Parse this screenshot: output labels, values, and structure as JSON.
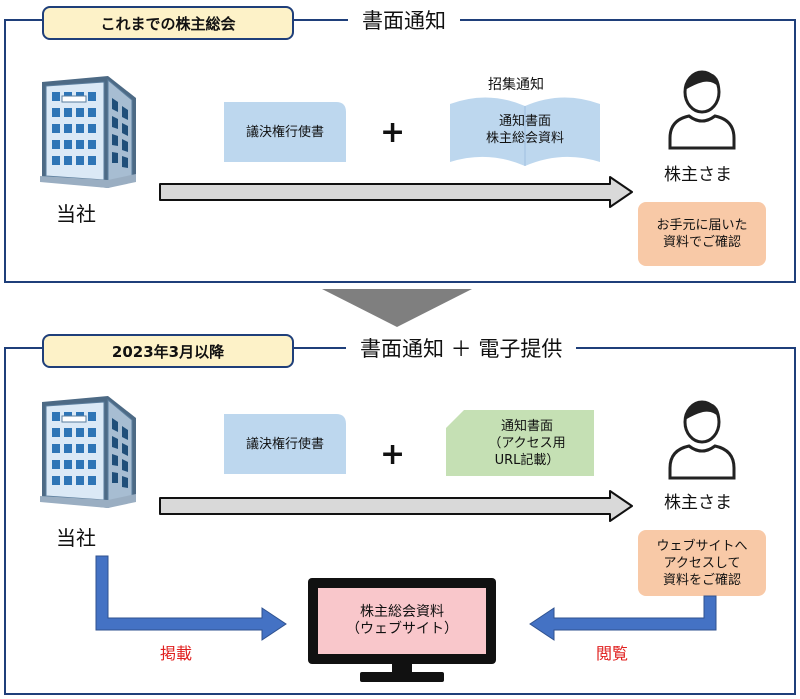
{
  "top": {
    "tag": "これまでの株主総会",
    "heading": "書面通知",
    "company_label": "当社",
    "doc_proxy": "議決権行使書",
    "plus": "+",
    "book_caption": "招集通知",
    "book_text": "通知書面\n株主総会資料",
    "shareholder_label": "株主さま",
    "note": "お手元に届いた\n資料でご確認"
  },
  "bottom": {
    "tag": "2023年3月以降",
    "heading": "書面通知 ＋ 電子提供",
    "company_label": "当社",
    "doc_proxy": "議決権行使書",
    "plus": "+",
    "notice_doc": "通知書面\n（アクセス用\nURL記載）",
    "shareholder_label": "株主さま",
    "note": "ウェブサイトへ\nアクセスして\n資料をご確認",
    "monitor_text": "株主総会資料\n（ウェブサイト）",
    "post_label": "掲載",
    "view_label": "閲覧"
  },
  "colors": {
    "frame": "#1f3f7a",
    "tag_fill": "#fdf2c8",
    "doc_blue": "#bdd7ee",
    "doc_green": "#c5e0b4",
    "note_fill": "#f8c9a7",
    "monitor_screen": "#f9c7cb",
    "arrow_blue": "#4472c4",
    "label_red": "#e0201f"
  }
}
